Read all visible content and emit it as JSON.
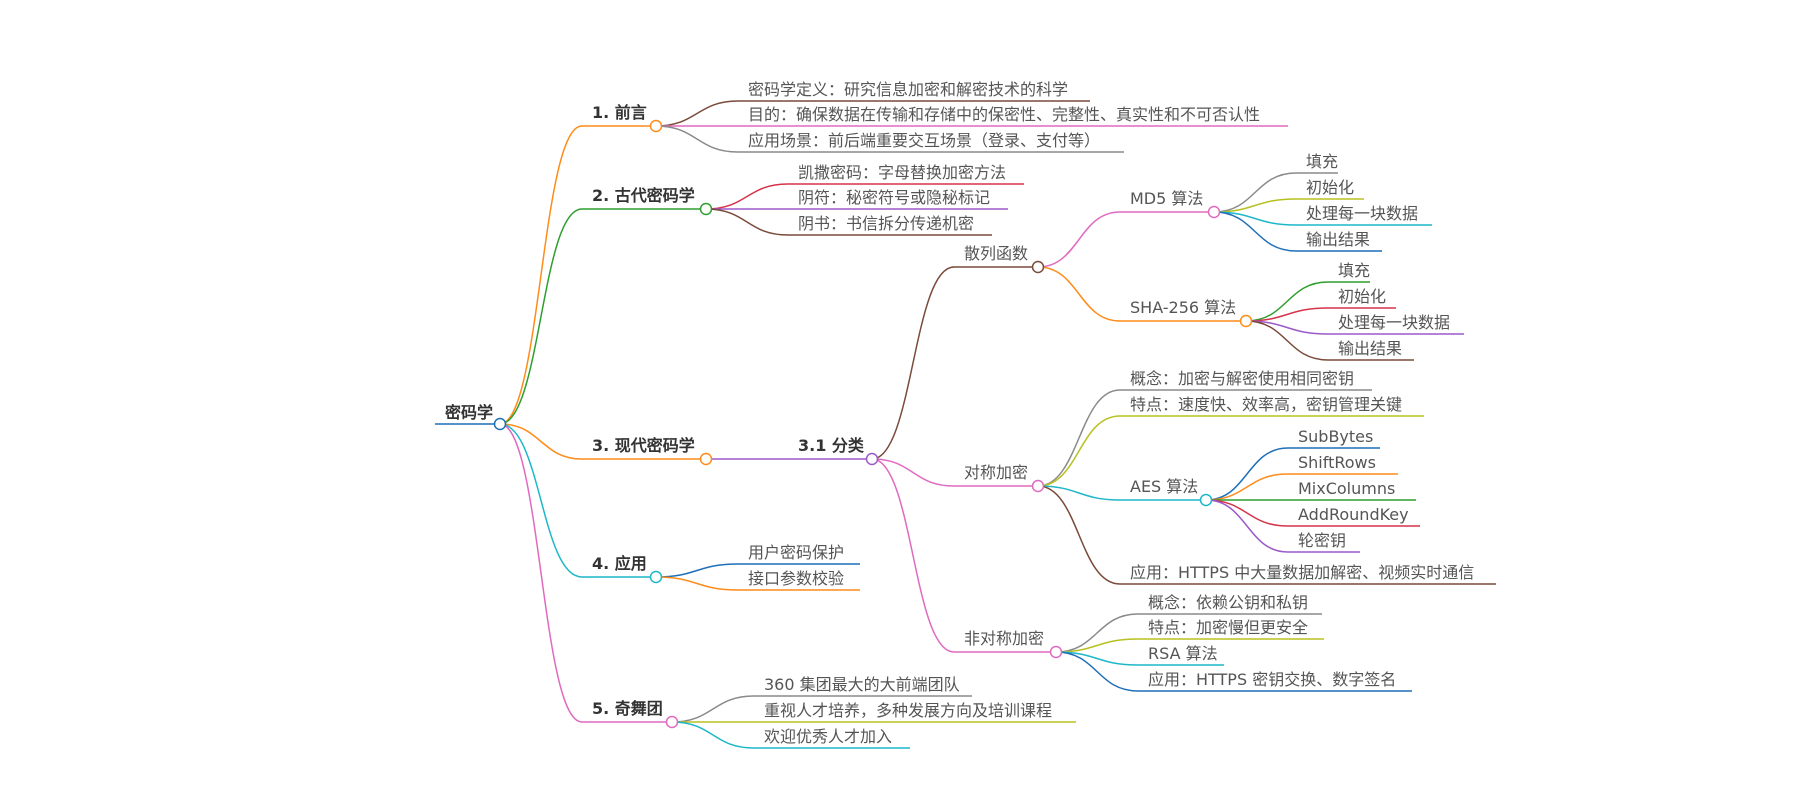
{
  "mindmap": {
    "root": "密码学",
    "branches": {
      "intro": {
        "title": "1. 前言",
        "items": [
          "密码学定义：研究信息加密和解密技术的科学",
          "目的：确保数据在传输和存储中的保密性、完整性、真实性和不可否认性",
          "应用场景：前后端重要交互场景（登录、支付等）"
        ]
      },
      "ancient": {
        "title": "2. 古代密码学",
        "items": [
          "凯撒密码：字母替换加密方法",
          "阴符：秘密符号或隐秘标记",
          "阴书：书信拆分传递机密"
        ]
      },
      "modern": {
        "title": "3. 现代密码学",
        "classify": {
          "title": "3.1 分类",
          "hash": {
            "title": "散列函数",
            "md5": {
              "title": "MD5 算法",
              "steps": [
                "填充",
                "初始化",
                "处理每一块数据",
                "输出结果"
              ]
            },
            "sha": {
              "title": "SHA-256 算法",
              "steps": [
                "填充",
                "初始化",
                "处理每一块数据",
                "输出结果"
              ]
            }
          },
          "symmetric": {
            "title": "对称加密",
            "concept": "概念：加密与解密使用相同密钥",
            "feature": "特点：速度快、效率高，密钥管理关键",
            "aes": {
              "title": "AES 算法",
              "steps": [
                "SubBytes",
                "ShiftRows",
                "MixColumns",
                "AddRoundKey",
                "轮密钥"
              ]
            },
            "app": "应用：HTTPS 中大量数据加解密、视频实时通信"
          },
          "asymmetric": {
            "title": "非对称加密",
            "items": [
              "概念：依赖公钥和私钥",
              "特点：加密慢但更安全",
              "RSA 算法",
              "应用：HTTPS 密钥交换、数字签名"
            ]
          }
        }
      },
      "apply": {
        "title": "4. 应用",
        "items": [
          "用户密码保护",
          "接口参数校验"
        ]
      },
      "team": {
        "title": "5. 奇舞团",
        "items": [
          "360 集团最大的大前端团队",
          "重视人才培养，多种发展方向及培训课程",
          "欢迎优秀人才加入"
        ]
      }
    }
  },
  "colors": {
    "orange": "#FF8C1A",
    "green": "#2E9E2E",
    "purple": "#9B59C9",
    "cyan": "#1CB8C9",
    "pink": "#E06AC0",
    "brown": "#7A4A3A",
    "gray": "#8A8A8A",
    "olive": "#B8C020",
    "red": "#D6334A",
    "blue": "#1F6FB8"
  }
}
